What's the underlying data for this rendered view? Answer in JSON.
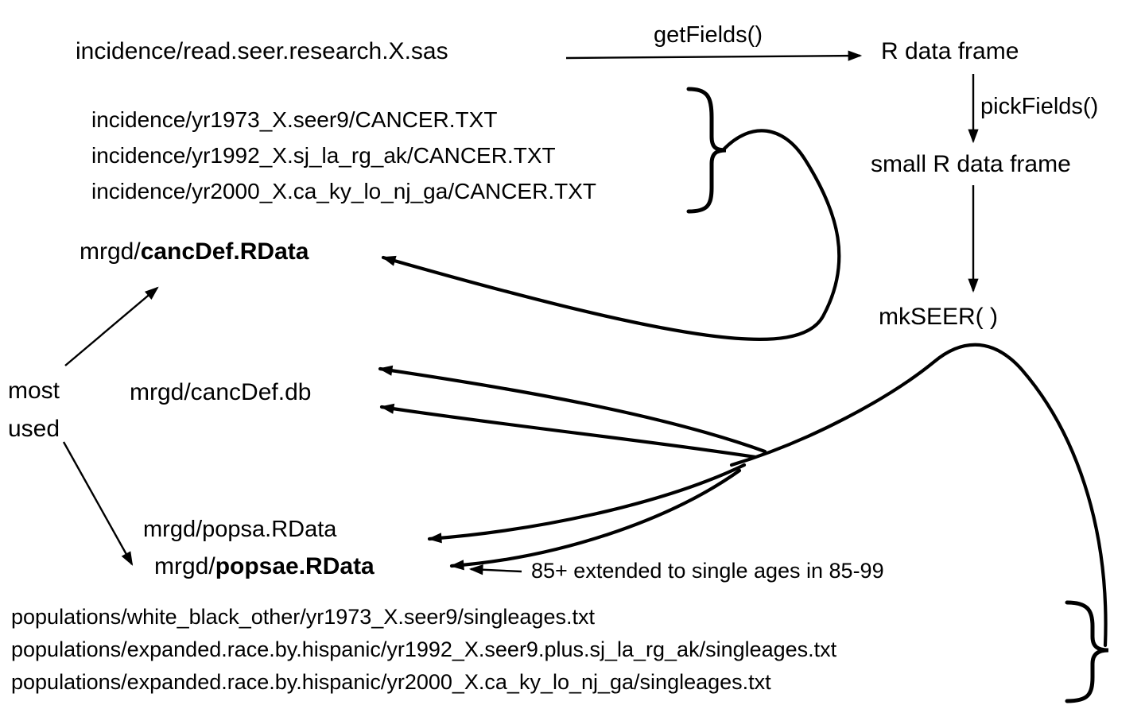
{
  "nodes": {
    "sas_script": "incidence/read.seer.research.X.sas",
    "get_fields": "getFields()",
    "r_data_frame": "R data frame",
    "pick_fields": "pickFields()",
    "small_r_data_frame": "small R data frame",
    "mkseer": "mkSEER( )",
    "incidence_files": [
      "incidence/yr1973_X.seer9/CANCER.TXT",
      "incidence/yr1992_X.sj_la_rg_ak/CANCER.TXT",
      "incidence/yr2000_X.ca_ky_lo_nj_ga/CANCER.TXT"
    ],
    "cancdef_rdata_prefix": "mrgd/",
    "cancdef_rdata_bold": "cancDef.RData",
    "cancdef_db": "mrgd/cancDef.db",
    "most_used_line1": "most",
    "most_used_line2": "used",
    "popsa_rdata": "mrgd/popsa.RData",
    "popsae_prefix": "mrgd/",
    "popsae_bold": "popsae.RData",
    "annotation_85": "85+ extended to single ages in 85-99",
    "population_files": [
      "populations/white_black_other/yr1973_X.seer9/singleages.txt",
      "populations/expanded.race.by.hispanic/yr1992_X.seer9.plus.sj_la_rg_ak/singleages.txt",
      "populations/expanded.race.by.hispanic/yr2000_X.ca_ky_lo_nj_ga/singleages.txt"
    ]
  },
  "colors": {
    "ink": "#000000",
    "background": "#ffffff"
  }
}
